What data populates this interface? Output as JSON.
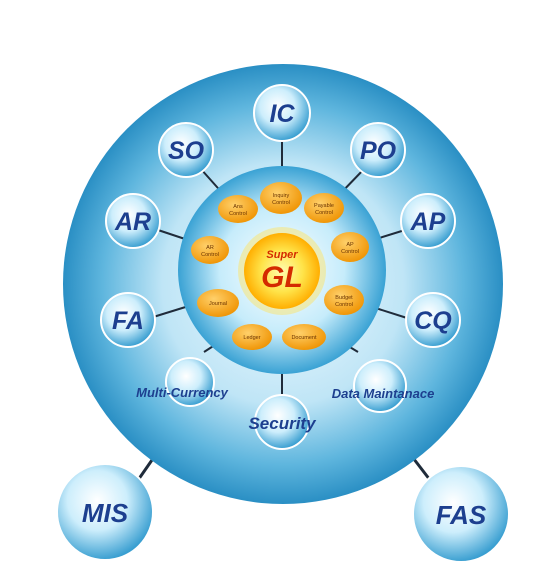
{
  "center": {
    "top": "Super",
    "main": "GL"
  },
  "modules": [
    {
      "key": "ic",
      "label": "IC"
    },
    {
      "key": "so",
      "label": "SO"
    },
    {
      "key": "po",
      "label": "PO"
    },
    {
      "key": "ar",
      "label": "AR"
    },
    {
      "key": "ap",
      "label": "AP"
    },
    {
      "key": "fa",
      "label": "FA"
    },
    {
      "key": "cq",
      "label": "CQ"
    }
  ],
  "outer": [
    {
      "key": "mis",
      "label": "MIS"
    },
    {
      "key": "fas",
      "label": "FAS"
    }
  ],
  "ring_labels": {
    "left": "Multi-Currency",
    "right": "Data Maintanace",
    "bottom": "Security"
  },
  "inner": [
    {
      "key": "top",
      "lines": [
        "Inquiry",
        "Control"
      ]
    },
    {
      "key": "upper-left",
      "lines": [
        "Ans",
        "Control"
      ]
    },
    {
      "key": "upper-right",
      "lines": [
        "Payable",
        "Control"
      ]
    },
    {
      "key": "left",
      "lines": [
        "AR",
        "Control"
      ]
    },
    {
      "key": "right",
      "lines": [
        "AP",
        "Control"
      ]
    },
    {
      "key": "mid-left",
      "lines": [
        "Journal"
      ]
    },
    {
      "key": "mid-right",
      "lines": [
        "Budget",
        "Control"
      ]
    },
    {
      "key": "bottom-left",
      "lines": [
        "Ledger"
      ]
    },
    {
      "key": "bottom-right",
      "lines": [
        "Document"
      ]
    }
  ],
  "colors": {
    "ring_edge": "#2a93c8",
    "ring_mid": "#7cc6e8",
    "ring_light": "#eaf7fd",
    "sun_core": "#fff36a",
    "sun_edge": "#ffb000",
    "orange_bubble": "#f6a11a",
    "text_blue": "#1d3f8f",
    "text_red": "#d42a00"
  }
}
